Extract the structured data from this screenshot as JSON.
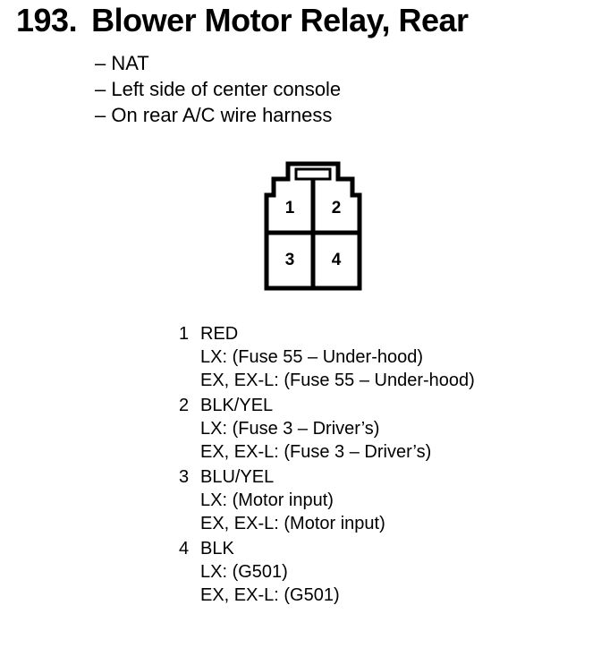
{
  "header": {
    "number": "193.",
    "title": "Blower Motor Relay, Rear"
  },
  "locations": [
    "– NAT",
    "– Left side of center console",
    "– On rear A/C wire harness"
  ],
  "connector": {
    "cavities": [
      "1",
      "2",
      "3",
      "4"
    ]
  },
  "pins": [
    {
      "number": "1",
      "wire": "RED",
      "lines": [
        "LX: (Fuse 55 – Under-hood)",
        "EX, EX-L: (Fuse 55 – Under-hood)"
      ]
    },
    {
      "number": "2",
      "wire": "BLK/YEL",
      "lines": [
        "LX: (Fuse 3 – Driver’s)",
        "EX, EX-L: (Fuse 3 – Driver’s)"
      ]
    },
    {
      "number": "3",
      "wire": "BLU/YEL",
      "lines": [
        "LX: (Motor input)",
        "EX, EX-L: (Motor input)"
      ]
    },
    {
      "number": "4",
      "wire": "BLK",
      "lines": [
        "LX: (G501)",
        "EX, EX-L: (G501)"
      ]
    }
  ]
}
